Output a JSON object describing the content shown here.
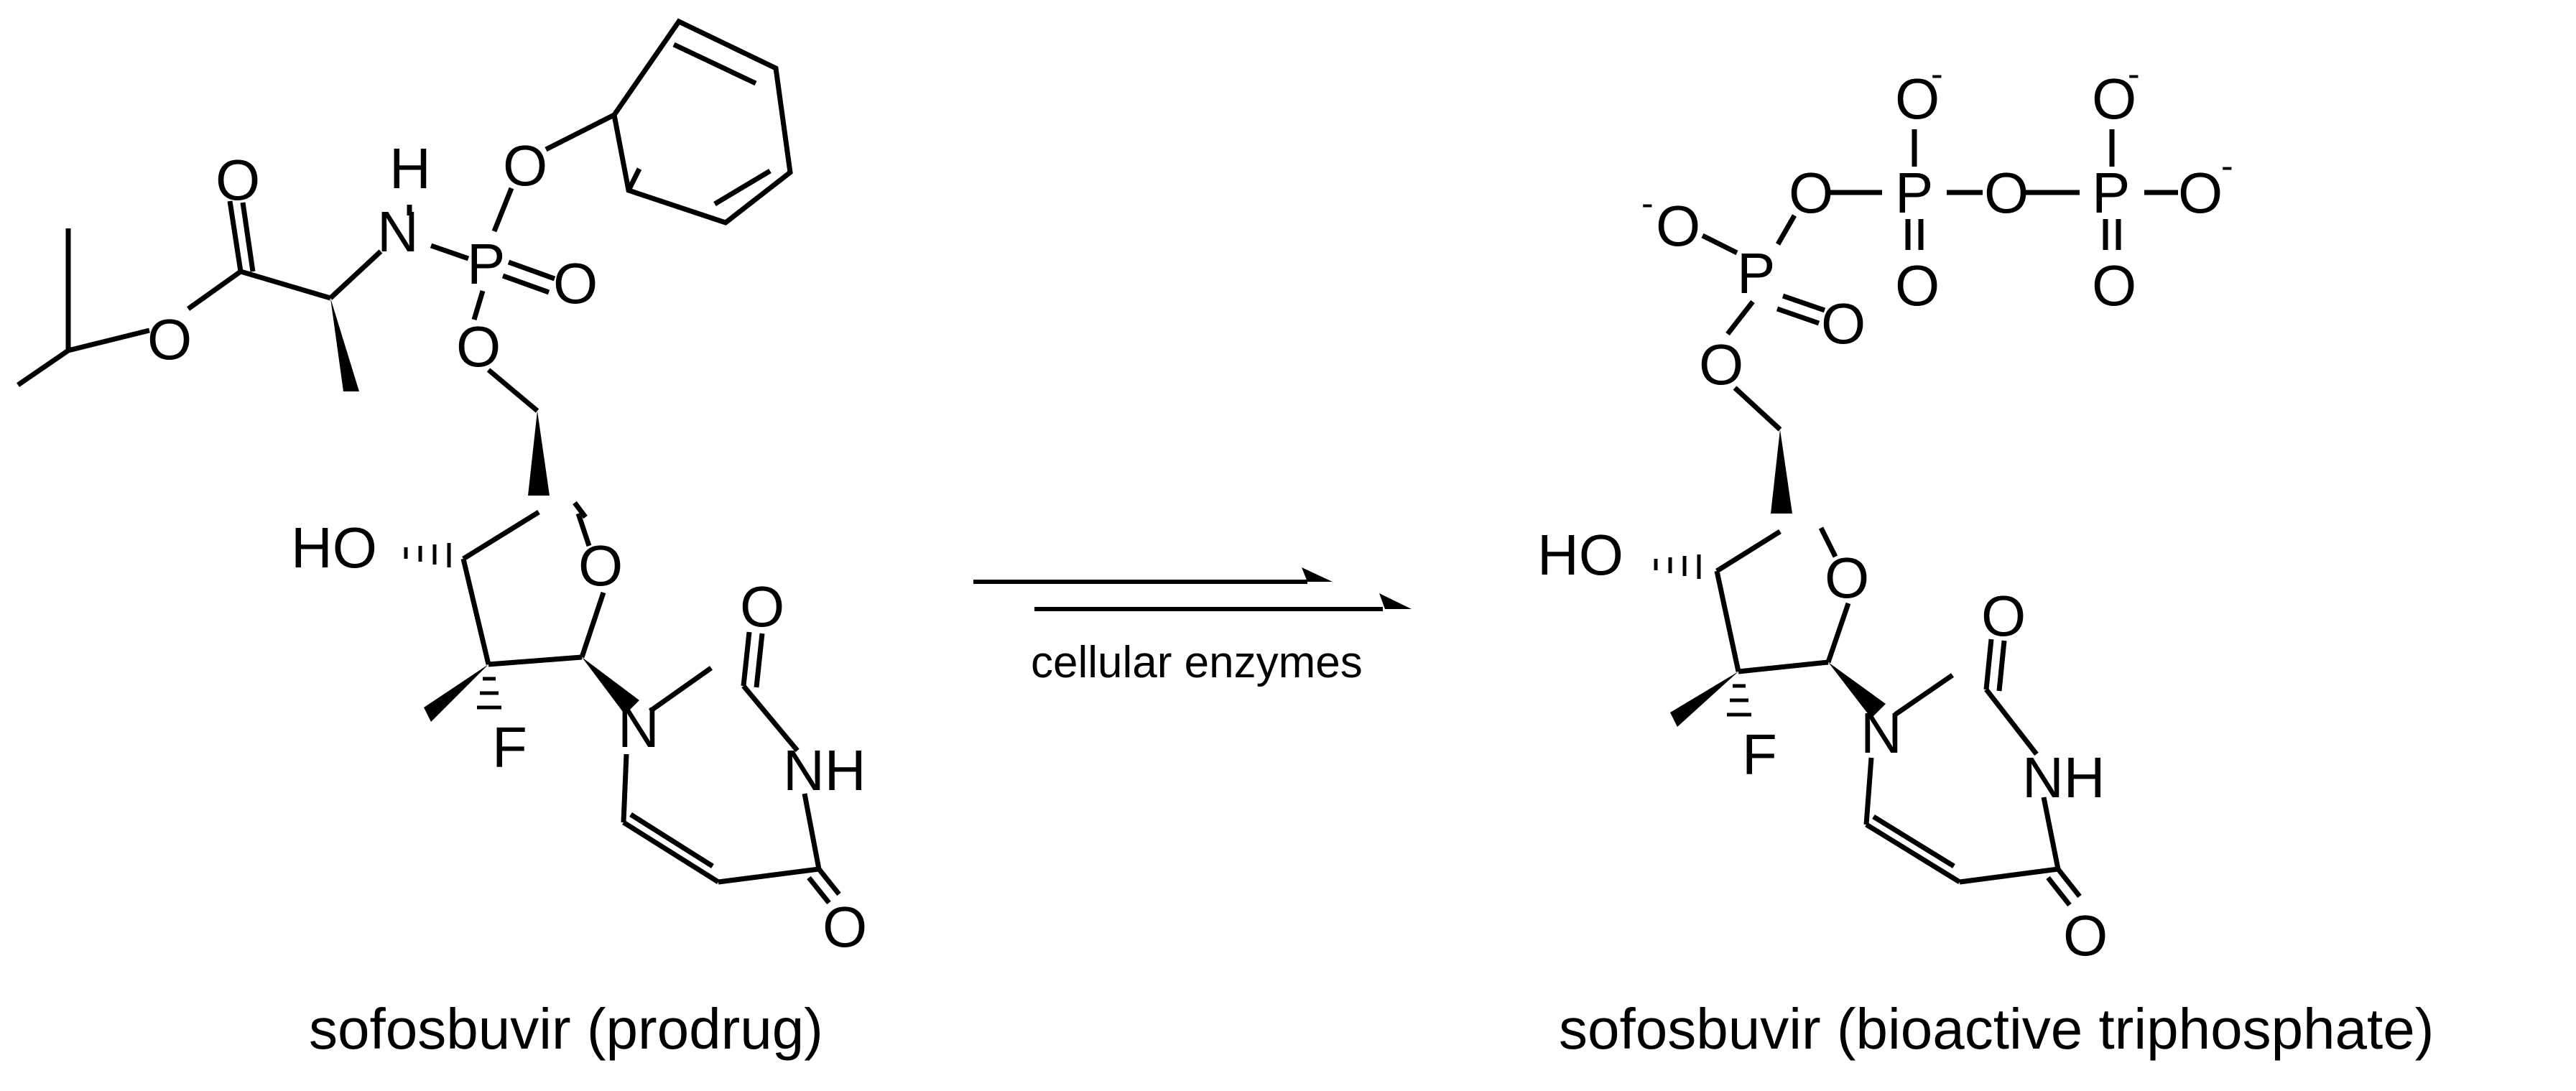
{
  "reaction": {
    "arrow_label": "cellular enzymes"
  },
  "molecules": {
    "prodrug": {
      "caption": "sofosbuvir (prodrug)",
      "atoms": {
        "ester_carbonyl_o": "O",
        "ester_o": "O",
        "nh_n": "N",
        "nh_h": "H",
        "phenoxy_o": "O",
        "phosphorus": "P",
        "p_double_o": "O",
        "p_ester_o": "O",
        "ring_o": "O",
        "hydroxyl": "HO",
        "fluorine": "F",
        "n1": "N",
        "nh3": "NH",
        "c2_o": "O",
        "c4_o": "O"
      }
    },
    "triphosphate": {
      "caption": "sofosbuvir (bioactive triphosphate)",
      "atoms": {
        "pa_minus_o": "O",
        "pa_charge": "-",
        "pa": "P",
        "pa_double_o": "O",
        "pa_ester_o": "O",
        "bridge_o1": "O",
        "pb": "P",
        "pb_top_o": "O",
        "pb_charge": "-",
        "pb_double_o": "O",
        "bridge_o2": "O",
        "pg": "P",
        "pg_top_o": "O",
        "pg_top_charge": "-",
        "pg_right_o": "O",
        "pg_right_charge": "-",
        "pg_double_o": "O",
        "ring_o": "O",
        "hydroxyl": "HO",
        "fluorine": "F",
        "n1": "N",
        "nh3": "NH",
        "c2_o": "O",
        "c4_o": "O"
      }
    }
  }
}
